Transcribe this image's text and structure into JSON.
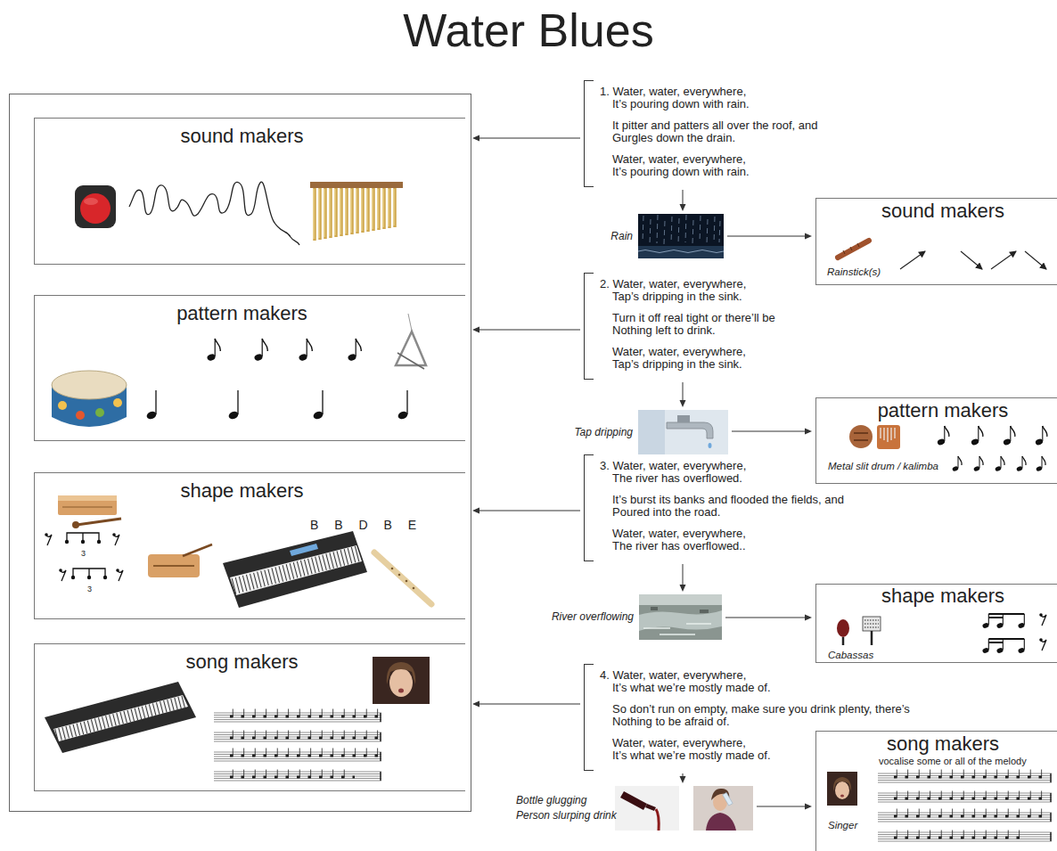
{
  "diagram": {
    "title": "Water Blues",
    "nodes": [
      {
        "text": [
          "sound makers"
        ]
      },
      {
        "text": [
          "pattern makers"
        ]
      },
      {
        "text": [
          "shape makers",
          "3",
          "3",
          "B B D B E"
        ]
      },
      {
        "text": [
          "song makers"
        ]
      },
      {
        "text": [
          "1. Water, water, everywhere, It’s pouring down with rain.",
          "It pitter and patters all over the roof, and Gurgles down the drain.",
          "Water, water, everywhere, It’s pouring down with rain."
        ]
      },
      {
        "text": [
          "Rain"
        ]
      },
      {
        "text": [
          "sound makers",
          "Rainstick(s)"
        ]
      },
      {
        "text": [
          "2. Water, water, everywhere, Tap’s dripping in the sink.",
          "Turn it off real tight or there’ll be Nothing left to drink.",
          "Water, water, everywhere, Tap’s dripping in the sink."
        ]
      },
      {
        "text": [
          "Tap dripping"
        ]
      },
      {
        "text": [
          "pattern makers",
          "Metal slit drum / kalimba"
        ]
      },
      {
        "text": [
          "3. Water, water, everywhere, The river has overflowed.",
          "It’s burst its banks and flooded the fields, and Poured into the road.",
          "Water, water, everywhere, The river has overflowed.."
        ]
      },
      {
        "text": [
          "River overflowing"
        ]
      },
      {
        "text": [
          "shape makers",
          "Cabassas"
        ]
      },
      {
        "text": [
          "4. Water, water, everywhere, It’s what we’re mostly made of.",
          "So don’t run on empty, make sure you drink plenty, there’s Nothing to be afraid of.",
          "Water, water, everywhere, It’s what we’re mostly made of."
        ]
      },
      {
        "text": [
          "Bottle glugging",
          "Person slurping drink"
        ]
      },
      {
        "text": [
          "song makers",
          "vocalise some or all of the melody",
          "Singer"
        ]
      }
    ],
    "edges": [
      {
        "from": 4,
        "to": 0,
        "arrow": "to"
      },
      {
        "from": 4,
        "to": 5,
        "arrow": "to"
      },
      {
        "from": 5,
        "to": 6,
        "arrow": "to"
      },
      {
        "from": 7,
        "to": 1,
        "arrow": "to"
      },
      {
        "from": 7,
        "to": 8,
        "arrow": "to"
      },
      {
        "from": 8,
        "to": 9,
        "arrow": "to"
      },
      {
        "from": 10,
        "to": 2,
        "arrow": "to"
      },
      {
        "from": 10,
        "to": 11,
        "arrow": "to"
      },
      {
        "from": 11,
        "to": 12,
        "arrow": "to"
      },
      {
        "from": 13,
        "to": 3,
        "arrow": "to"
      },
      {
        "from": 13,
        "to": 14,
        "arrow": "to"
      },
      {
        "from": 14,
        "to": 15,
        "arrow": "to"
      }
    ]
  }
}
